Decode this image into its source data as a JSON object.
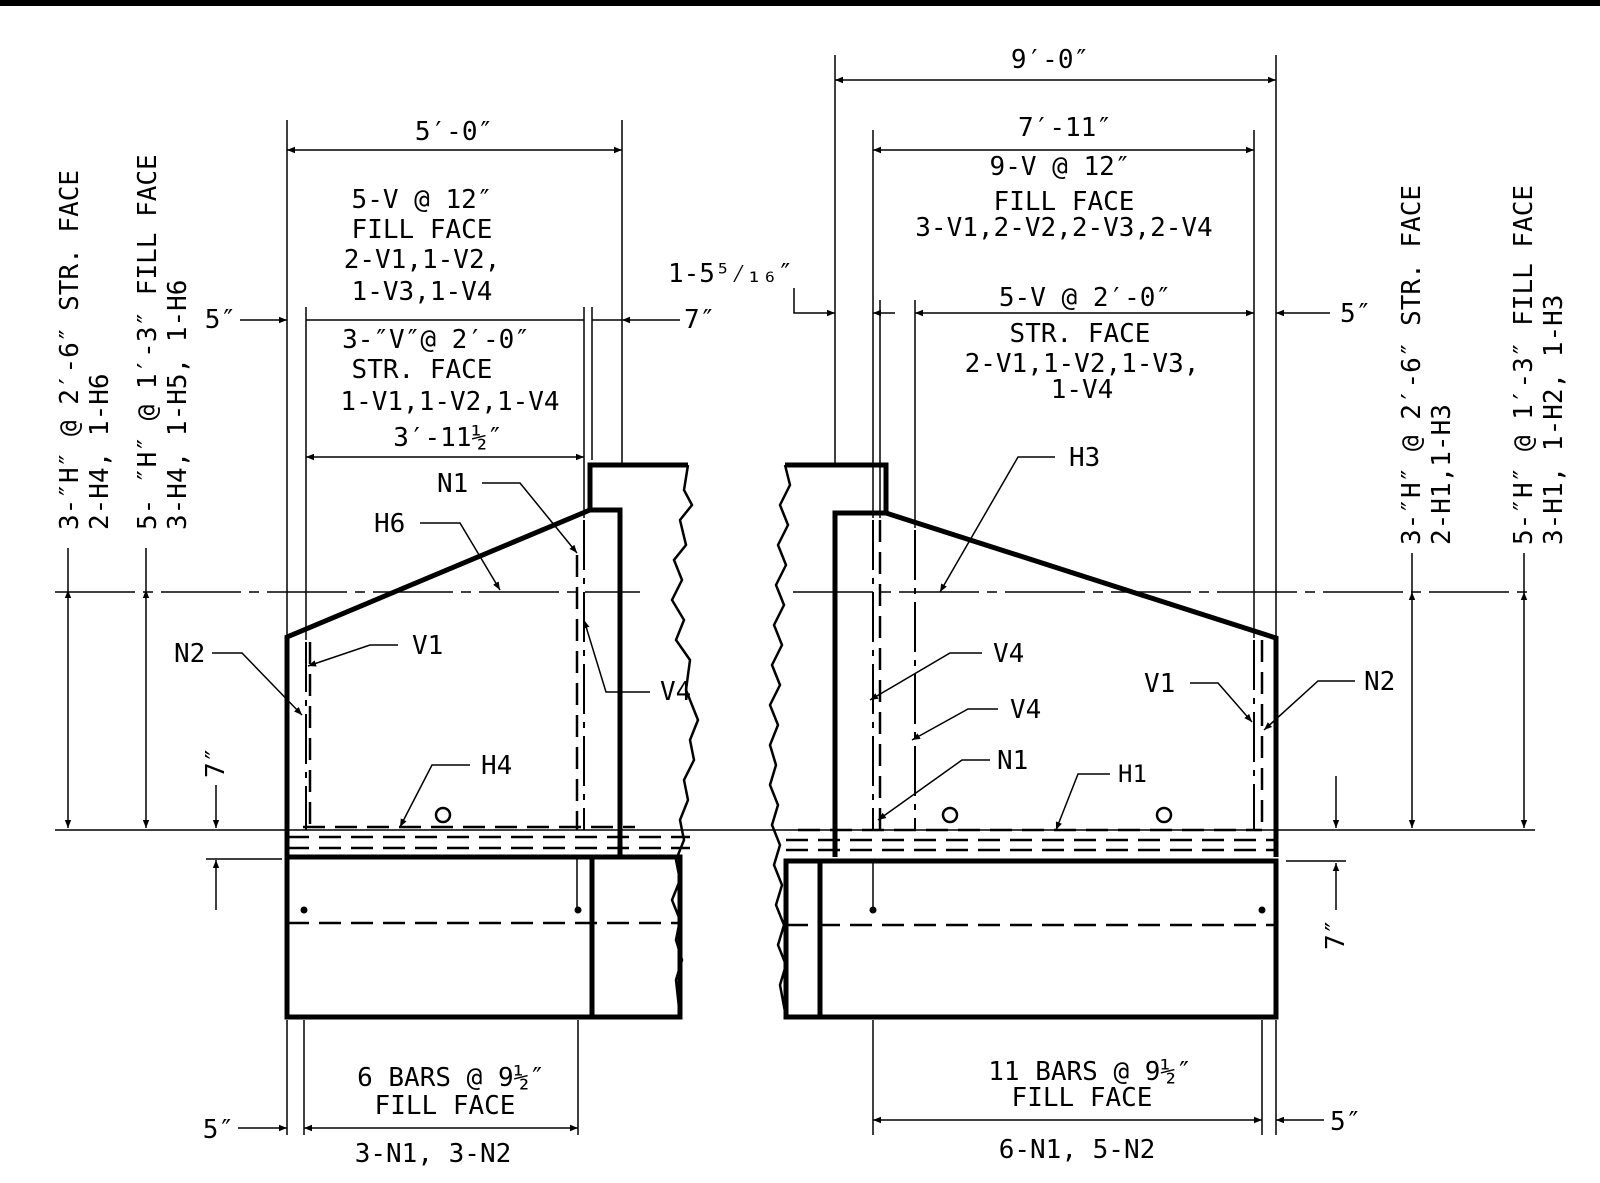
{
  "left": {
    "dim_width": "5′-0″",
    "fill_vert_note": [
      "5-V @ 12″",
      "FILL FACE",
      "2-V1,1-V2,",
      "1-V3,1-V4"
    ],
    "str_vert_note": [
      "3-″V″@ 2′-0″",
      "STR. FACE",
      "1-V1,1-V2,1-V4"
    ],
    "dim_inner": "3′-11½″",
    "dim_left_offset": "5″",
    "dim_right_offset": "7″",
    "horiz_str": [
      "3-″H″ @ 2′-6″ STR. FACE",
      "2-H4, 1-H6"
    ],
    "horiz_fill": [
      "5- ″H″ @ 1′-3″ FILL FACE",
      "3-H4, 1-H5, 1-H6"
    ],
    "dim_footing": "7″",
    "labels": {
      "n1": "N1",
      "h6": "H6",
      "n2": "N2",
      "v1": "V1",
      "v4": "V4",
      "h4": "H4"
    },
    "bottom_note": [
      "6 BARS @ 9½″",
      "FILL FACE"
    ],
    "bottom_dim": "3-N1, 3-N2",
    "bottom_offset": "5″"
  },
  "right": {
    "dim_overall": "9′-0″",
    "dim_fill": "7′-11″",
    "fill_vert_note": [
      "9-V @ 12″",
      "FILL FACE",
      "3-V1,2-V2,2-V3,2-V4"
    ],
    "dim_edge": "1-5⁵⁄₁₆″",
    "str_vert_note": [
      "5-V @ 2′-0″",
      "STR. FACE",
      "2-V1,1-V2,1-V3,",
      "1-V4"
    ],
    "dim_right_offset": "5″",
    "horiz_str": [
      "3-″H″ @ 2′-6″ STR. FACE",
      "2-H1,1-H3"
    ],
    "horiz_fill": [
      "5-″H″ @ 1′-3″ FILL FACE",
      "3-H1, 1-H2, 1-H3"
    ],
    "dim_footing": "7″",
    "labels": {
      "h3": "H3",
      "v4a": "V4",
      "v4b": "V4",
      "n1": "N1",
      "h1": "H1",
      "v1": "V1",
      "n2": "N2"
    },
    "bottom_note": [
      "11 BARS @ 9½″",
      "FILL FACE"
    ],
    "bottom_dim": "6-N1, 5-N2",
    "bottom_offset": "5″"
  }
}
